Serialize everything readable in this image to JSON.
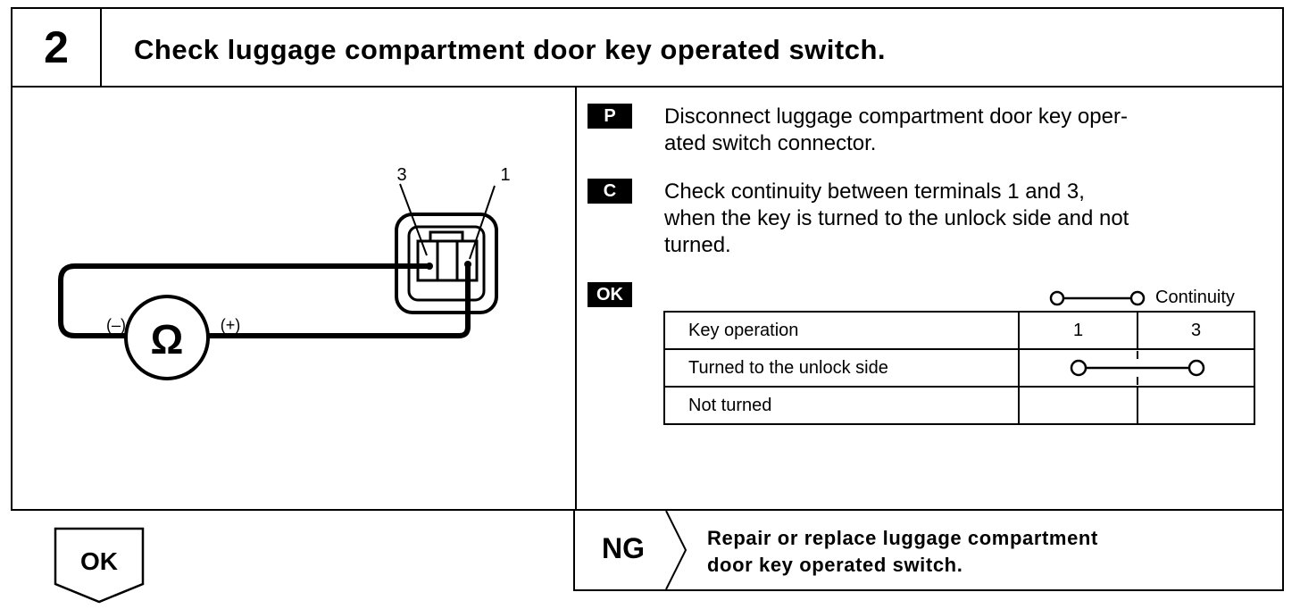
{
  "header": {
    "step_number": "2",
    "title": "Check luggage compartment door key operated switch."
  },
  "diagram": {
    "terminal_left": "3",
    "terminal_right": "1",
    "meter_symbol": "Ω",
    "minus_label": "(–)",
    "plus_label": "(+)"
  },
  "steps": [
    {
      "badge": "P",
      "lines": [
        "Disconnect luggage compartment door key oper-",
        "ated switch connector."
      ]
    },
    {
      "badge": "C",
      "lines": [
        "Check continuity between terminals 1 and 3,",
        "when the key is turned to the unlock side and not",
        "turned."
      ]
    },
    {
      "badge": "OK"
    }
  ],
  "legend": {
    "label": "Continuity"
  },
  "table": {
    "headers": [
      "Key operation",
      "1",
      "3"
    ],
    "rows": [
      {
        "label": "Turned to the unlock side",
        "continuity": true
      },
      {
        "label": "Not turned",
        "continuity": false
      }
    ]
  },
  "ok_result": {
    "label": "OK"
  },
  "ng_result": {
    "label": "NG",
    "lines": [
      "Repair or replace luggage compartment",
      "door key operated switch."
    ]
  }
}
